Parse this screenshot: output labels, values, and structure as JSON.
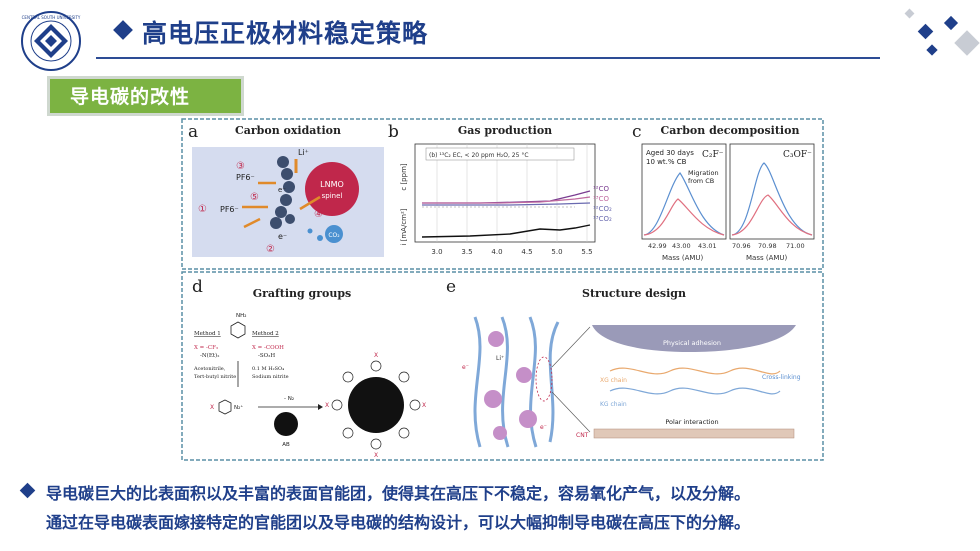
{
  "header": {
    "title": "高电压正极材料稳定策略",
    "logo_text": "CENTRAL SOUTH UNIVERSITY"
  },
  "section": {
    "label": "导电碳的改性"
  },
  "figure": {
    "a": {
      "letter": "a",
      "title": "Carbon oxidation",
      "li": "Li⁺",
      "lnmo": "LNMO",
      "spinel": "spinel",
      "pf6_top": "PF6⁻",
      "pf6_left": "PF6⁻",
      "e": "e⁻",
      "e2": "e⁻",
      "co2": "CO₂",
      "n1": "①",
      "n2": "②",
      "n3": "③",
      "n4": "④",
      "n5": "⑤"
    },
    "b": {
      "letter": "b",
      "title": "Gas production",
      "legend": "(b) ¹³C₂ EC, < 20 ppm H₂O, 25 °C",
      "ylabel_top": "c [ppm]",
      "ylabel_bottom": "i [mA/cm²]",
      "xticks": [
        "3.0",
        "3.5",
        "4.0",
        "4.5",
        "5.0",
        "5.5"
      ],
      "series": [
        "¹²CO",
        "¹³CO",
        "¹²CO₂",
        "¹³CO₂"
      ]
    },
    "c": {
      "letter": "c",
      "title": "Carbon decomposition",
      "note1": "Aged 30 days",
      "note2": "10 wt.% CB",
      "migration1": "Migration",
      "migration2": "from CB",
      "label1": "C₂F⁻",
      "label2": "C₃OF⁻",
      "x1": [
        "42.99",
        "43.00",
        "43.01"
      ],
      "x2": [
        "70.96",
        "70.98",
        "71.00"
      ],
      "xlabel": "Mass (AMU)"
    },
    "d": {
      "letter": "d",
      "title": "Grafting groups",
      "nh2": "NH₂",
      "method1": "Method 1",
      "method2": "Method 2",
      "m1a": "X = -CF₃",
      "m1b": "-N(Et)₂",
      "m2a": "X = -COOH",
      "m2b": "-SO₃H",
      "m1c": "Acetonitrile,",
      "m1d": "Tert-butyl nitrite",
      "m2c": "0.1 M H₂SO₄",
      "m2d": "Sodium nitrite",
      "n2plus": "N₂⁺",
      "minus_n2": "- N₂",
      "ab": "AB",
      "x": "X"
    },
    "e": {
      "letter": "e",
      "title": "Structure design",
      "physical": "Physical adhesion",
      "xg": "XG chain",
      "kg": "KG chain",
      "cross": "Cross-linking",
      "polar": "Polar interaction",
      "cnt": "CNT",
      "li": "Li⁺",
      "e1": "e⁻",
      "e2": "e⁻"
    }
  },
  "bullet": {
    "line1": "导电碳巨大的比表面积以及丰富的表面官能团，使得其在高压下不稳定，容易氧化产气，以及分解。",
    "line2": "通过在导电碳表面嫁接特定的官能团以及导电碳的结构设计，可以大幅抑制导电碳在高压下的分解。"
  },
  "colors": {
    "accent": "#1f3f8a",
    "section_green": "#7cb342",
    "frame": "#5a8fa6"
  }
}
